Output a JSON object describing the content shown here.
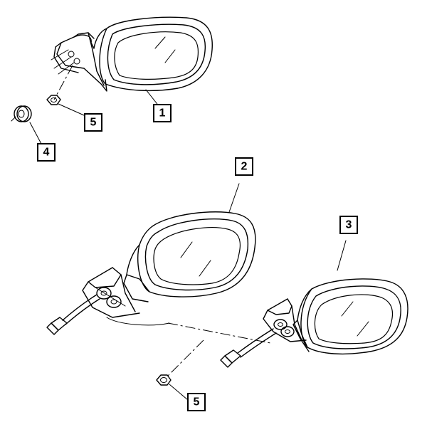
{
  "callouts": {
    "mirror_left_top": "1",
    "mirror_center": "2",
    "mirror_right": "3",
    "grommet": "4",
    "nut_top": "5",
    "nut_bottom": "5"
  }
}
